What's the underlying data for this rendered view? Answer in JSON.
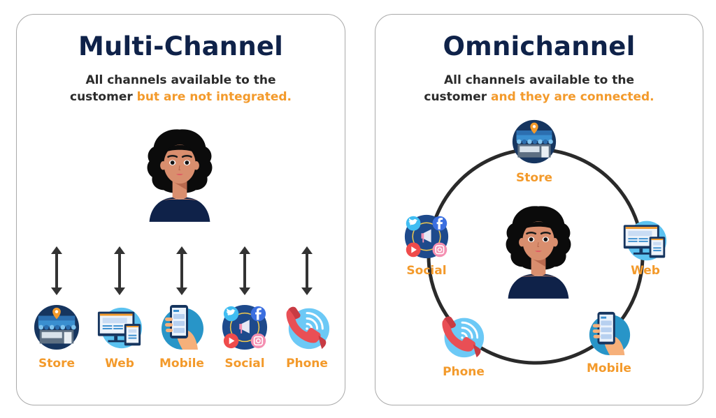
{
  "left": {
    "title": "Multi-Channel",
    "subtitle_line1": "All channels available to the",
    "subtitle_line2_plain": "customer ",
    "subtitle_line2_highlight": "but are not integrated.",
    "channels": [
      {
        "label": "Store",
        "icon": "store-icon"
      },
      {
        "label": "Web",
        "icon": "web-icon"
      },
      {
        "label": "Mobile",
        "icon": "mobile-icon"
      },
      {
        "label": "Social",
        "icon": "social-icon"
      },
      {
        "label": "Phone",
        "icon": "phone-icon"
      }
    ]
  },
  "right": {
    "title": "Omnichannel",
    "subtitle_line1": "All channels available to the",
    "subtitle_line2_plain": "customer ",
    "subtitle_line2_highlight": "and they are connected.",
    "channels": [
      {
        "label": "Store",
        "icon": "store-icon"
      },
      {
        "label": "Web",
        "icon": "web-icon"
      },
      {
        "label": "Mobile",
        "icon": "mobile-icon"
      },
      {
        "label": "Phone",
        "icon": "phone-icon"
      },
      {
        "label": "Social",
        "icon": "social-icon"
      }
    ]
  },
  "colors": {
    "title": "#0f2249",
    "highlight": "#f39a2b",
    "body_text": "#2b2b2b",
    "ring": "#2a2a2a",
    "arrow": "#333333"
  }
}
